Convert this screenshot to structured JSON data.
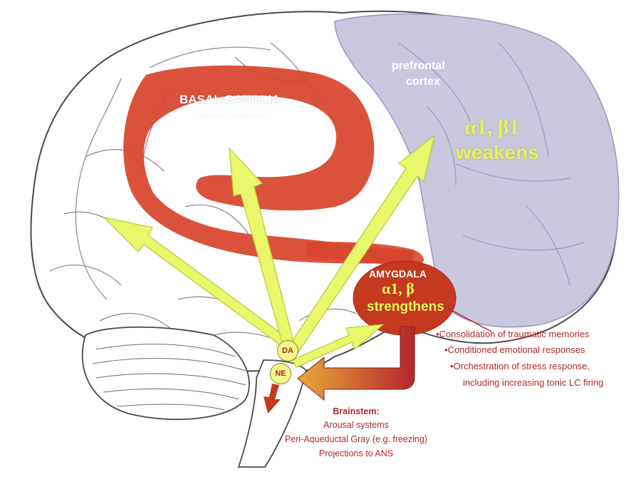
{
  "regions": {
    "basal_ganglia": {
      "title": "BASAL GANGLIA",
      "subtitle": "habitual responses"
    },
    "prefrontal": {
      "title_line1": "prefrontal",
      "title_line2": "cortex",
      "receptors": "α1, β1",
      "effect": "weakens"
    },
    "amygdala": {
      "title": "AMYGDALA",
      "receptors": "α1, β",
      "effect": "strengthens"
    }
  },
  "nodes": {
    "dopamine": "DA",
    "norepinephrine": "NE"
  },
  "amygdala_effects": [
    "•Consolidation of traumatic memories",
    "•Conditioned emotional responses",
    "•Orchestration of stress response,",
    "including increasing tonic LC firing"
  ],
  "brainstem": {
    "title": "Brainstem:",
    "items": [
      "Arousal systems",
      "Peri-Aqueductal Gray (e.g. freezing)",
      "Projections to ANS"
    ]
  },
  "colors": {
    "red_region": "#d8452d",
    "prefrontal_fill": "#c9c8df",
    "arrow_fill": "#e9f76a",
    "text_red": "#b3262a"
  }
}
